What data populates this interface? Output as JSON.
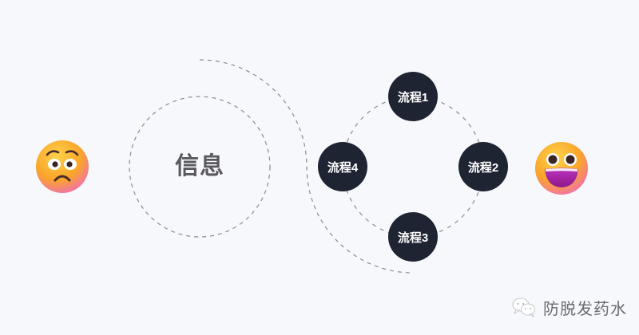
{
  "diagram": {
    "center_label": "信息",
    "process_nodes": [
      {
        "label": "流程1",
        "position": "top"
      },
      {
        "label": "流程2",
        "position": "right"
      },
      {
        "label": "流程3",
        "position": "bottom"
      },
      {
        "label": "流程4",
        "position": "left"
      }
    ],
    "left_emoji": "worried-face-icon",
    "right_emoji": "grinning-face-icon"
  },
  "watermark": {
    "icon": "wechat-icon",
    "text": "防脱发药水"
  },
  "colors": {
    "background": "#f7f8fc",
    "node_fill": "#1f2432",
    "dash_stroke": "#8a8c92",
    "info_text": "#5a5a5e"
  }
}
